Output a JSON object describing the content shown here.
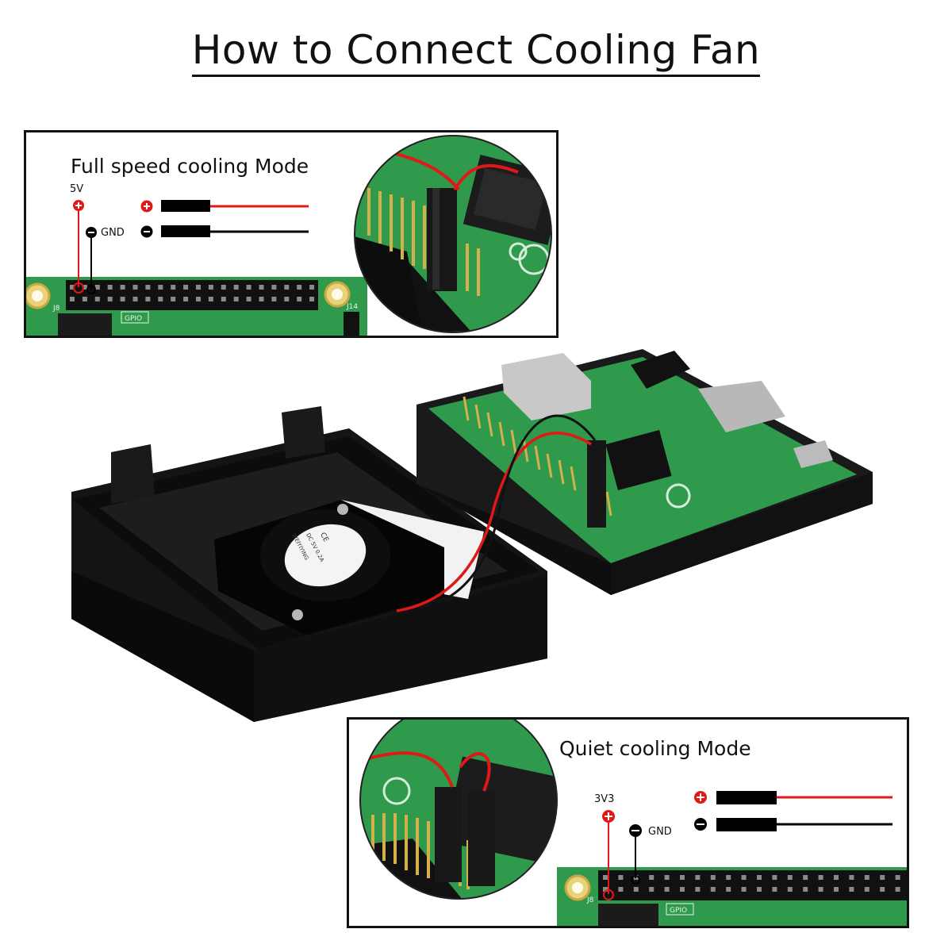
{
  "title": "How to Connect Cooling Fan",
  "colors": {
    "positive_wire": "#e01818",
    "negative_wire": "#000000",
    "pcb_green": "#2f9a4c",
    "case_black": "#141414"
  },
  "full_speed": {
    "title": "Full speed cooling Mode",
    "power_pin_label": "5V",
    "ground_label": "GND",
    "board_labels": [
      "J8",
      "GPIO",
      "J14"
    ],
    "plus_icon": "plus-circle-icon",
    "minus_icon": "minus-circle-icon"
  },
  "quiet": {
    "title": "Quiet cooling Mode",
    "power_pin_label": "3V3",
    "ground_label": "GND",
    "board_labels": [
      "J8",
      "GPIO"
    ],
    "plus_icon": "plus-circle-icon",
    "minus_icon": "minus-circle-icon"
  },
  "fan": {
    "label_lines": [
      "CE",
      "DC 5V 0.2A",
      "WEIYIYING"
    ]
  }
}
